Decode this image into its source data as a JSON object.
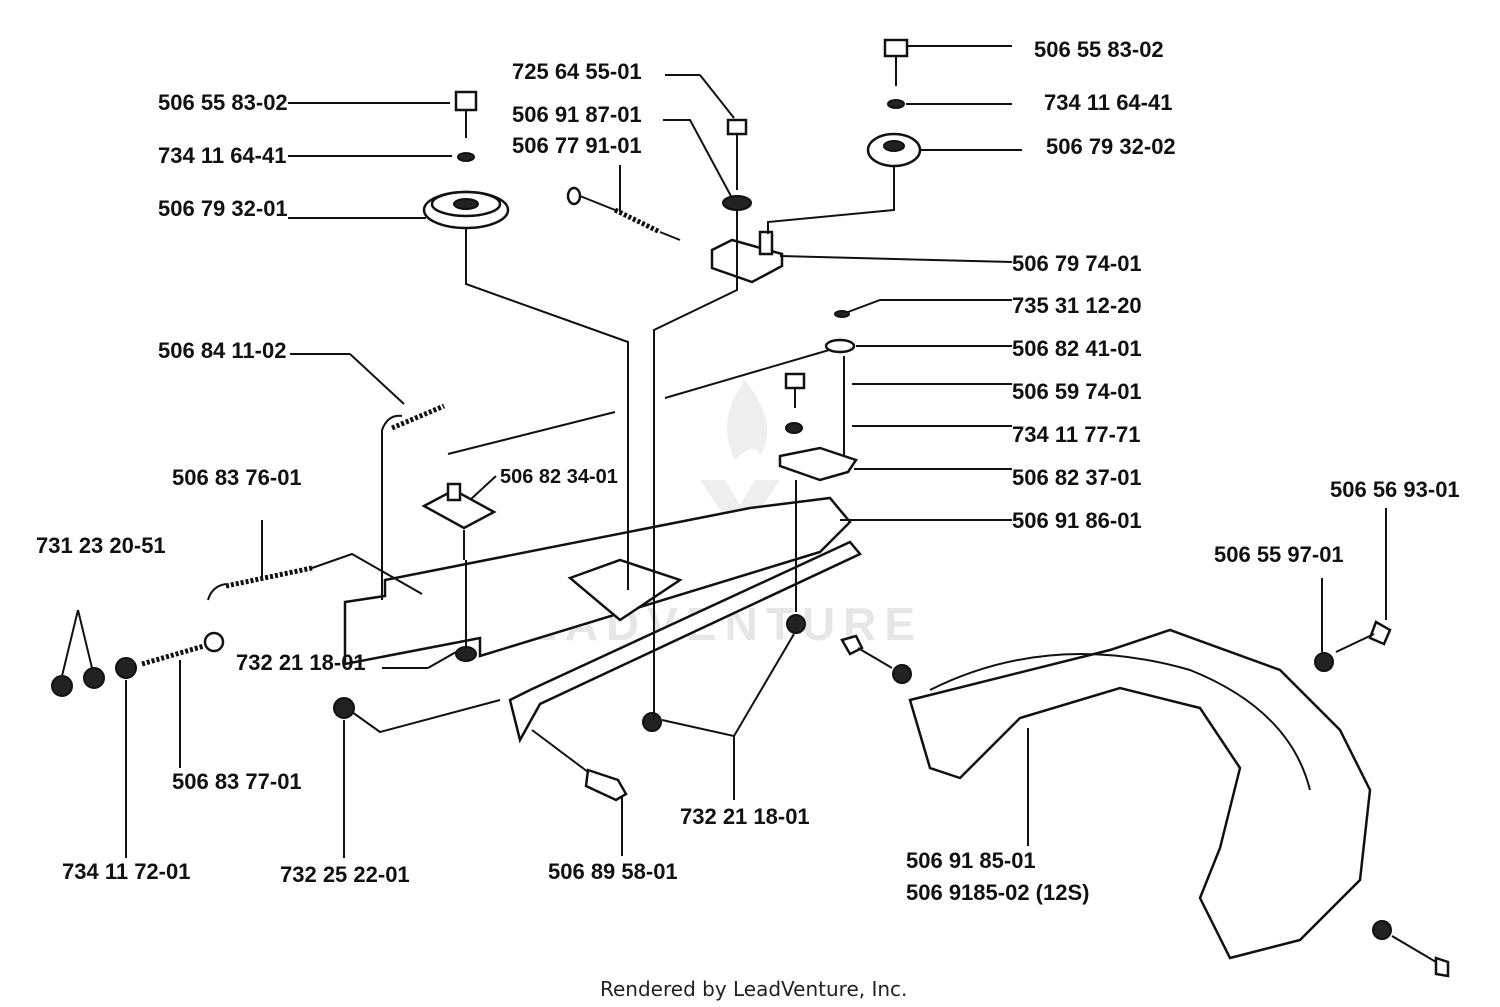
{
  "labels": {
    "l1": "506 55 83-02",
    "l2": "734 11 64-41",
    "l3": "506 79 32-01",
    "l4": "725 64 55-01",
    "l5": "506 91 87-01",
    "l6": "506 77 91-01",
    "l7": "506 55 83-02",
    "l8": "734 11 64-41",
    "l9": "506 79 32-02",
    "l10": "506 79 74-01",
    "l11": "735 31 12-20",
    "l12": "506 82 41-01",
    "l13": "506 59 74-01",
    "l14": "734 11 77-71",
    "l15": "506 82 37-01",
    "l16": "506 91 86-01",
    "l17": "506 84 11-02",
    "l18": "506 82 34-01",
    "l19": "506 83 76-01",
    "l20": "731 23 20-51",
    "l21": "732 21 18-01",
    "l22": "506 83 77-01",
    "l23": "734 11 72-01",
    "l24": "732 25 22-01",
    "l25": "506 89 58-01",
    "l26": "732 21 18-01",
    "l27": "506 91 85-01",
    "l28": "506 9185-02 (12S)",
    "l29": "506 56 93-01",
    "l30": "506 55 97-01"
  },
  "watermark": "LEADVENTURE",
  "footer": "Rendered by LeadVenture, Inc."
}
